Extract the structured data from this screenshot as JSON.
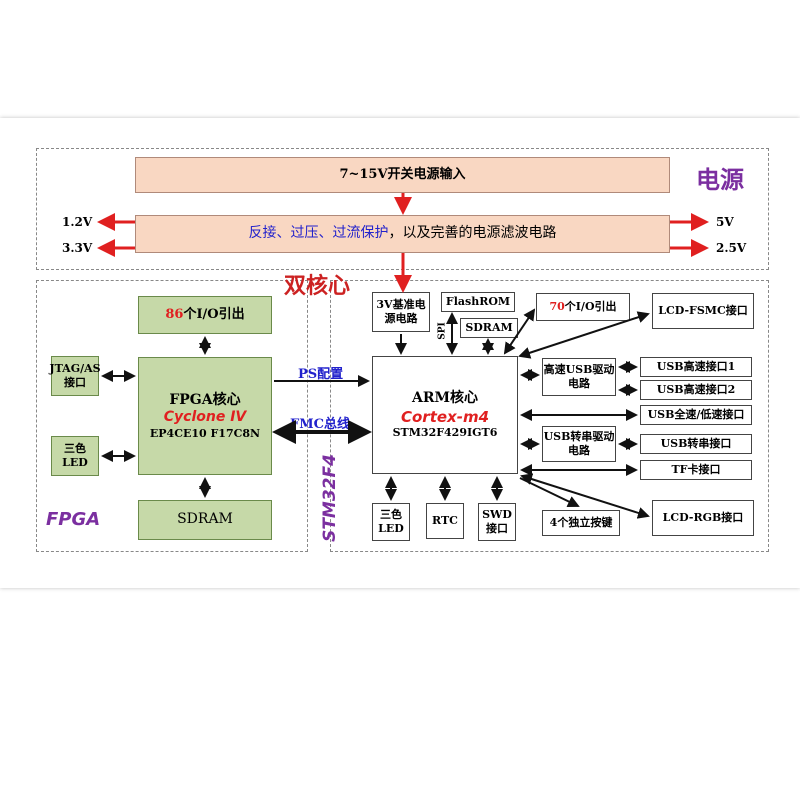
{
  "power": {
    "title": "电源",
    "input": "7~15V开关电源输入",
    "protect": "反接、过压、过流保护，以及完善的电源滤波电路",
    "out_left": [
      "1.2V",
      "3.3V"
    ],
    "out_right": [
      "5V",
      "2.5V"
    ]
  },
  "dual_core": "双核心",
  "fpga": {
    "region_label": "FPGA",
    "io": {
      "num": "86",
      "rest": "个I/O引出"
    },
    "jtag": "JTAG/AS接口",
    "led": "三色LED",
    "core_title": "FPGA核心",
    "core_name": "Cyclone IV",
    "core_part": "EP4CE10 F17C8N",
    "sdram": "SDRAM"
  },
  "links": {
    "ps": "PS配置",
    "fmc": "FMC总线",
    "spi": "SPI"
  },
  "arm": {
    "region_label": "STM32F4",
    "ref": "3V基准电源电路",
    "flash": "FlashROM",
    "sdram": "SDRAM",
    "io": {
      "num": "70",
      "rest": "个I/O引出"
    },
    "core_title": "ARM核心",
    "core_name": "Cortex-m4",
    "core_part": "STM32F429IGT6",
    "usb_hs": "高速USB驱动电路",
    "usb_serial": "USB转串驱动电路",
    "led": "三色LED",
    "rtc": "RTC",
    "swd": "SWD接口",
    "keys": "4个独立按键",
    "lcd_fsmc": "LCD-FSMC接口",
    "usb_hs1": "USB高速接口1",
    "usb_hs2": "USB高速接口2",
    "usb_fs": "USB全速/低速接口",
    "usb_ser_port": "USB转串接口",
    "tf": "TF卡接口",
    "lcd_rgb": "LCD-RGB接口"
  },
  "colors": {
    "power_fill": "#f9d7c2",
    "green_fill": "#c6d9a8",
    "arrow_red": "#e02020",
    "purple": "#7b2fa0"
  }
}
